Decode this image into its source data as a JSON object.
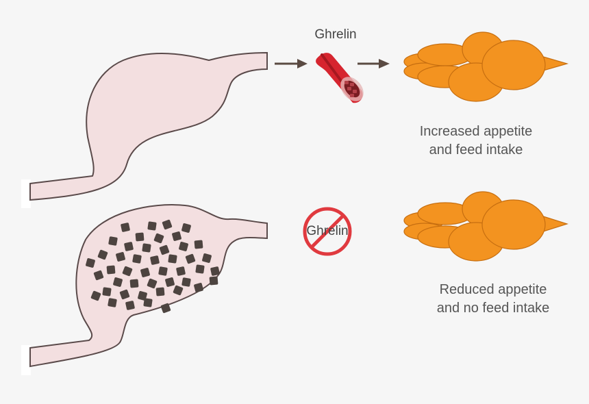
{
  "top": {
    "hormone_label": "Ghrelin",
    "caption_line1": "Increased appetite",
    "caption_line2": "and feed intake"
  },
  "bottom": {
    "hormone_label": "Ghrelin",
    "caption_line1": "Reduced appetite",
    "caption_line2": "and no feed intake"
  },
  "colors": {
    "stomach_fill": "#f3dfe0",
    "stomach_stroke": "#5a4a4a",
    "feed_pellet": "#4d4440",
    "arrow": "#5a4a42",
    "vessel": "#d6252f",
    "brain": "#f39320",
    "brain_stroke": "#c66e10",
    "no_sign": "#e03a3f"
  },
  "icons": {
    "arrow_1": "arrow-right-icon",
    "arrow_2": "arrow-right-icon",
    "vessel": "blood-vessel-icon",
    "brain": "brain-icon",
    "prohibited": "prohibited-icon"
  }
}
